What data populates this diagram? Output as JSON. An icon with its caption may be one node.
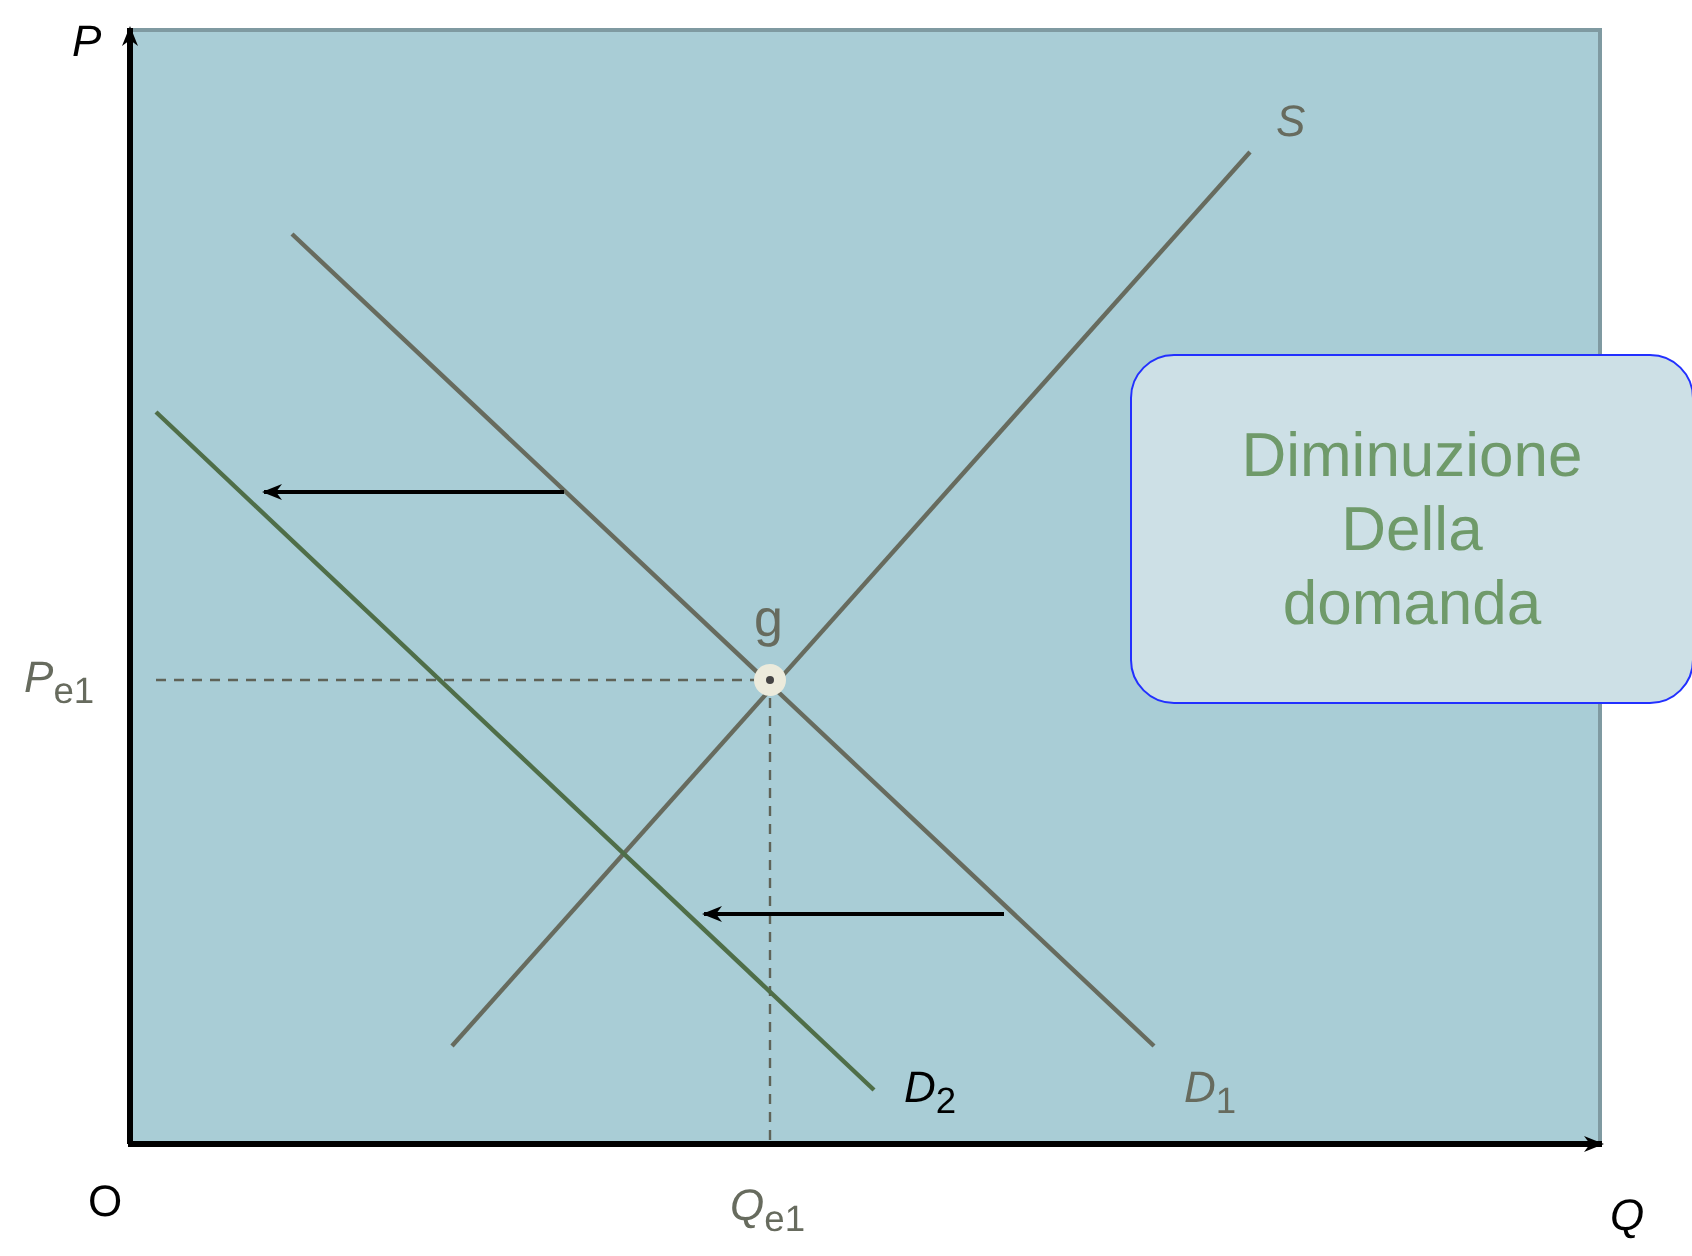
{
  "diagram": {
    "nodes": [
      {
        "text": [
          "Diminuzione Della domanda"
        ]
      }
    ],
    "labels": [
      "P",
      "S",
      "g",
      "*P*$_{e1}$",
      "*D*$_{2}$",
      "*D*$_{1}$",
      "O",
      "*Q*$_{e1}$",
      "Q"
    ]
  }
}
